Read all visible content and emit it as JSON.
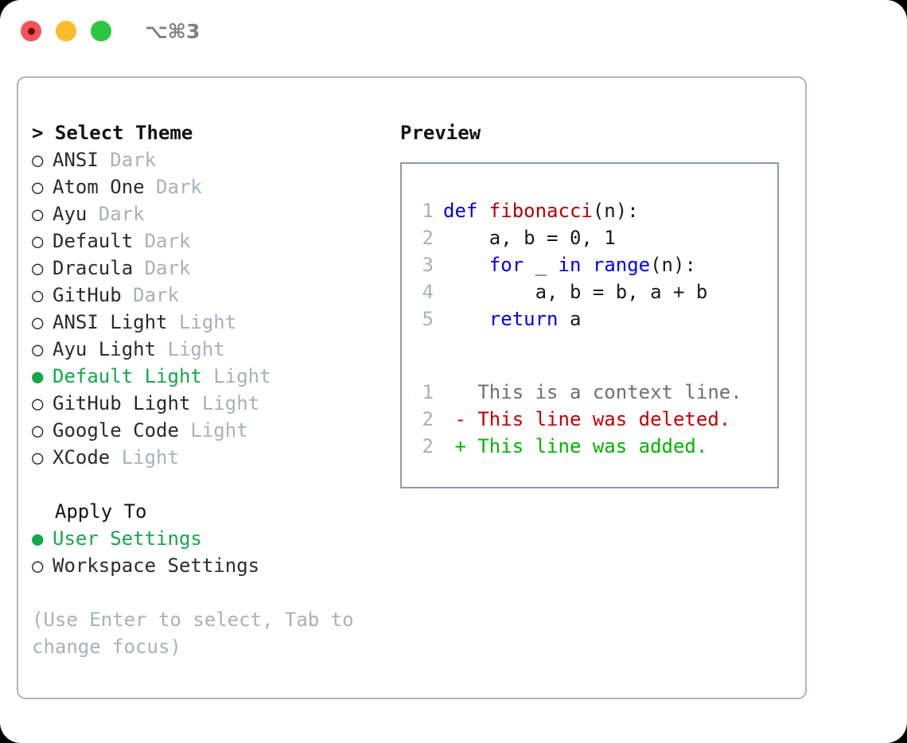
{
  "titlebar": {
    "shortcut": "⌥⌘3",
    "buttons": [
      {
        "name": "close",
        "color": "#f4535a"
      },
      {
        "name": "minimize",
        "color": "#fbbd2e"
      },
      {
        "name": "maximize",
        "color": "#2ac840"
      }
    ]
  },
  "colors": {
    "selected_green": "#13a84b",
    "muted_gray": "#a9b0bd",
    "hint_gray": "#aab0bd",
    "keyword_blue": "#0000ee",
    "function_red": "#b60000",
    "diff_delete_red": "#c20000",
    "diff_add_green": "#00b400",
    "panel_border": "#aeb4c0",
    "preview_border": "#8c99ad"
  },
  "theme_picker": {
    "heading": "> Select Theme",
    "marker_selected": "●",
    "marker_unselected": "○",
    "items": [
      {
        "name": "ANSI",
        "variant": "Dark",
        "selected": false
      },
      {
        "name": "Atom One",
        "variant": "Dark",
        "selected": false
      },
      {
        "name": "Ayu",
        "variant": "Dark",
        "selected": false
      },
      {
        "name": "Default",
        "variant": "Dark",
        "selected": false
      },
      {
        "name": "Dracula",
        "variant": "Dark",
        "selected": false
      },
      {
        "name": "GitHub",
        "variant": "Dark",
        "selected": false
      },
      {
        "name": "ANSI Light",
        "variant": "Light",
        "selected": false
      },
      {
        "name": "Ayu Light",
        "variant": "Light",
        "selected": false
      },
      {
        "name": "Default Light",
        "variant": "Light",
        "selected": true
      },
      {
        "name": "GitHub Light",
        "variant": "Light",
        "selected": false
      },
      {
        "name": "Google Code",
        "variant": "Light",
        "selected": false
      },
      {
        "name": "XCode",
        "variant": "Light",
        "selected": false
      }
    ]
  },
  "apply_to": {
    "heading": "Apply To",
    "items": [
      {
        "name": "User Settings",
        "selected": true
      },
      {
        "name": "Workspace Settings",
        "selected": false
      }
    ]
  },
  "hint": {
    "line1": "(Use Enter to select, Tab to",
    "line2": "change focus)"
  },
  "preview": {
    "heading": "Preview",
    "code_lines": [
      {
        "number": "1",
        "tokens": [
          {
            "text": "def ",
            "type": "keyword"
          },
          {
            "text": "fibonacci",
            "type": "function"
          },
          {
            "text": "(n):",
            "type": "plain"
          }
        ]
      },
      {
        "number": "2",
        "tokens": [
          {
            "text": "    a, b = 0, 1",
            "type": "plain"
          }
        ]
      },
      {
        "number": "3",
        "tokens": [
          {
            "text": "    ",
            "type": "plain"
          },
          {
            "text": "for",
            "type": "keyword"
          },
          {
            "text": " _ ",
            "type": "plain"
          },
          {
            "text": "in range",
            "type": "keyword"
          },
          {
            "text": "(n):",
            "type": "plain"
          }
        ]
      },
      {
        "number": "4",
        "tokens": [
          {
            "text": "        a, b = b, a + b",
            "type": "plain"
          }
        ]
      },
      {
        "number": "5",
        "tokens": [
          {
            "text": "    ",
            "type": "plain"
          },
          {
            "text": "return",
            "type": "keyword"
          },
          {
            "text": " a",
            "type": "plain"
          }
        ]
      }
    ],
    "diff_lines": [
      {
        "number": "1",
        "sign": " ",
        "text": "This is a context line.",
        "type": "context"
      },
      {
        "number": "2",
        "sign": "-",
        "text": "This line was deleted.",
        "type": "delete"
      },
      {
        "number": "2",
        "sign": "+",
        "text": "This line was added.",
        "type": "add"
      }
    ]
  }
}
